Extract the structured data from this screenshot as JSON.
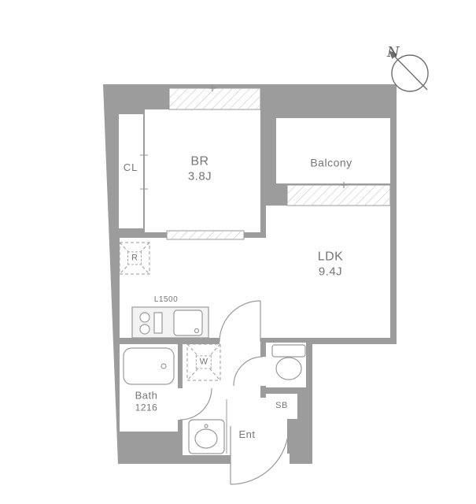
{
  "meta": {
    "type": "apartment-floor-plan"
  },
  "colors": {
    "wall": "#9c9c9c",
    "outline": "#9a9a9a",
    "fixture_line": "#9a9a9a",
    "hatch": "#bdbdbd",
    "text": "#767676",
    "background": "#ffffff"
  },
  "compass": {
    "label": "N"
  },
  "rooms": {
    "cl": {
      "label": "CL"
    },
    "br": {
      "label": "BR",
      "size": "3.8J"
    },
    "balcony": {
      "label": "Balcony"
    },
    "ldk": {
      "label": "LDK",
      "size": "9.4J"
    },
    "bath": {
      "label": "Bath",
      "size": "1216"
    },
    "ent": {
      "label": "Ent"
    },
    "sb": {
      "label": "SB"
    }
  },
  "fixtures": {
    "kitchen_counter": {
      "label": "L1500"
    },
    "refrigerator": {
      "label": "R"
    },
    "washer": {
      "label": "W"
    }
  }
}
